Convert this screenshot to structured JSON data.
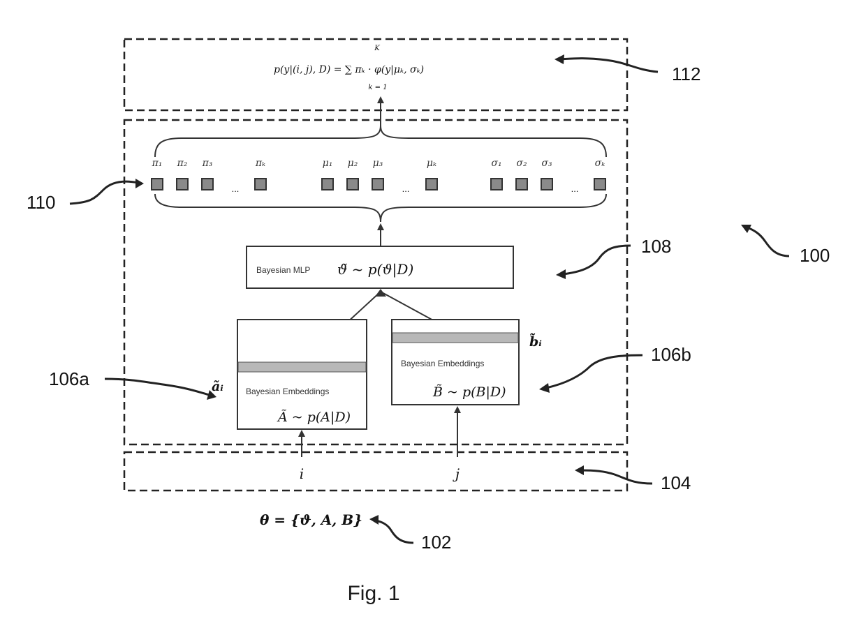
{
  "figure_caption": "Fig. 1",
  "top_formula": "p(y|(i, j), D) = ∑ πₖ · φ(y|μₖ, σₖ)",
  "sum_upper": "K",
  "sum_lower": "k = 1",
  "pi_labels": [
    "π₁",
    "π₂",
    "π₃",
    "πₖ"
  ],
  "mu_labels": [
    "μ₁",
    "μ₂",
    "μ₃",
    "μₖ"
  ],
  "sigma_labels": [
    "σ₁",
    "σ₂",
    "σ₃",
    "σₖ"
  ],
  "ellipsis": "...",
  "mlp_label": "Bayesian MLP",
  "mlp_formula": "ϑ̃ ~ p(ϑ|D)",
  "embed_a_label": "Bayesian Embeddings",
  "embed_a_formula": "Ã ~ p(A|D)",
  "embed_a_row": "ãᵢ",
  "embed_b_label": "Bayesian Embeddings",
  "embed_b_formula": "B̃ ~ p(B|D)",
  "embed_b_row": "b̃ᵢ",
  "input_i": "i",
  "input_j": "j",
  "theta_formula": "θ = {ϑ, A, B}",
  "refs": {
    "r112": "112",
    "r110": "110",
    "r108": "108",
    "r100": "100",
    "r106a": "106a",
    "r106b": "106b",
    "r104": "104",
    "r102": "102"
  }
}
